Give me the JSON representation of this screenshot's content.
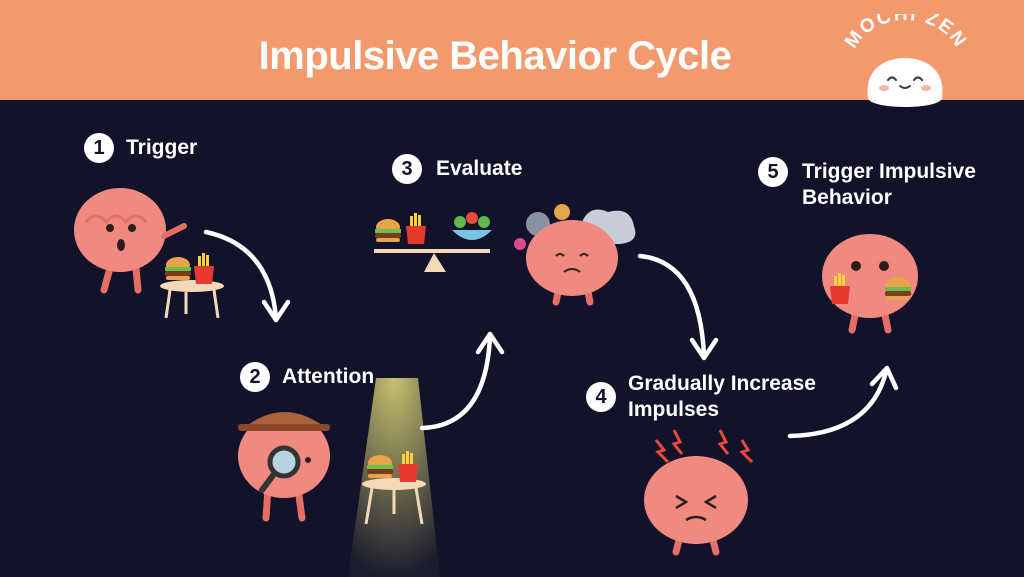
{
  "header": {
    "title": "Impulsive Behavior Cycle",
    "bg_color": "#f2996e",
    "title_color": "#ffffff"
  },
  "logo": {
    "text": "MOCHI ZEN",
    "icon": "mochi-face-icon"
  },
  "background_color": "#12122a",
  "steps": [
    {
      "number": "1",
      "label": "Trigger",
      "illustration": "surprised-brain-with-burger-and-fries-on-table"
    },
    {
      "number": "2",
      "label": "Attention",
      "illustration": "detective-brain-with-magnifier-and-spotlit-food-table"
    },
    {
      "number": "3",
      "label": "Evaluate",
      "illustration": "balance-scale-fast-food-vs-salad-and-thinking-brain-with-gears"
    },
    {
      "number": "4",
      "label": "Gradually Increase Impulses",
      "label_line1": "Gradually Increase",
      "label_line2": "Impulses",
      "illustration": "stressed-brain-with-lightning-bolts"
    },
    {
      "number": "5",
      "label": "Trigger Impulsive Behavior",
      "label_line1": "Trigger Impulsive",
      "label_line2": "Behavior",
      "illustration": "brain-eating-burger-and-fries"
    }
  ],
  "colors": {
    "brain": "#f08a80",
    "brain_shade": "#e46f66",
    "arrow": "#ffffff",
    "spotlight": "#e6e07a"
  }
}
